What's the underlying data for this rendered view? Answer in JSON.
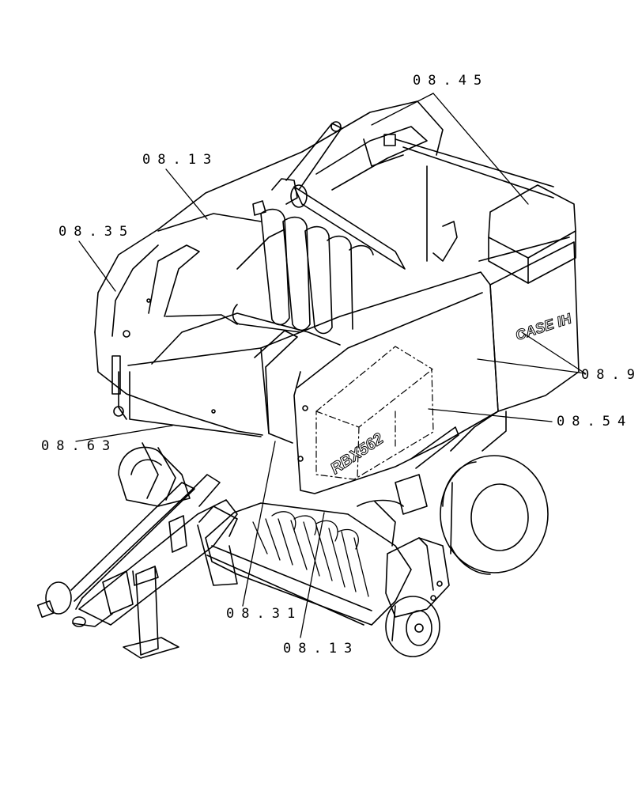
{
  "diagram": {
    "callouts": [
      {
        "id": "c1",
        "text": "08.45"
      },
      {
        "id": "c2",
        "text": "08.13"
      },
      {
        "id": "c3",
        "text": "08.35"
      },
      {
        "id": "c4",
        "text": "08.9"
      },
      {
        "id": "c5",
        "text": "08.54"
      },
      {
        "id": "c6",
        "text": "08.63"
      },
      {
        "id": "c7",
        "text": "08.31"
      },
      {
        "id": "c8",
        "text": "08.13"
      }
    ],
    "decals": {
      "brand_logo": "CASE IH",
      "model_plate": "RBX562"
    }
  }
}
